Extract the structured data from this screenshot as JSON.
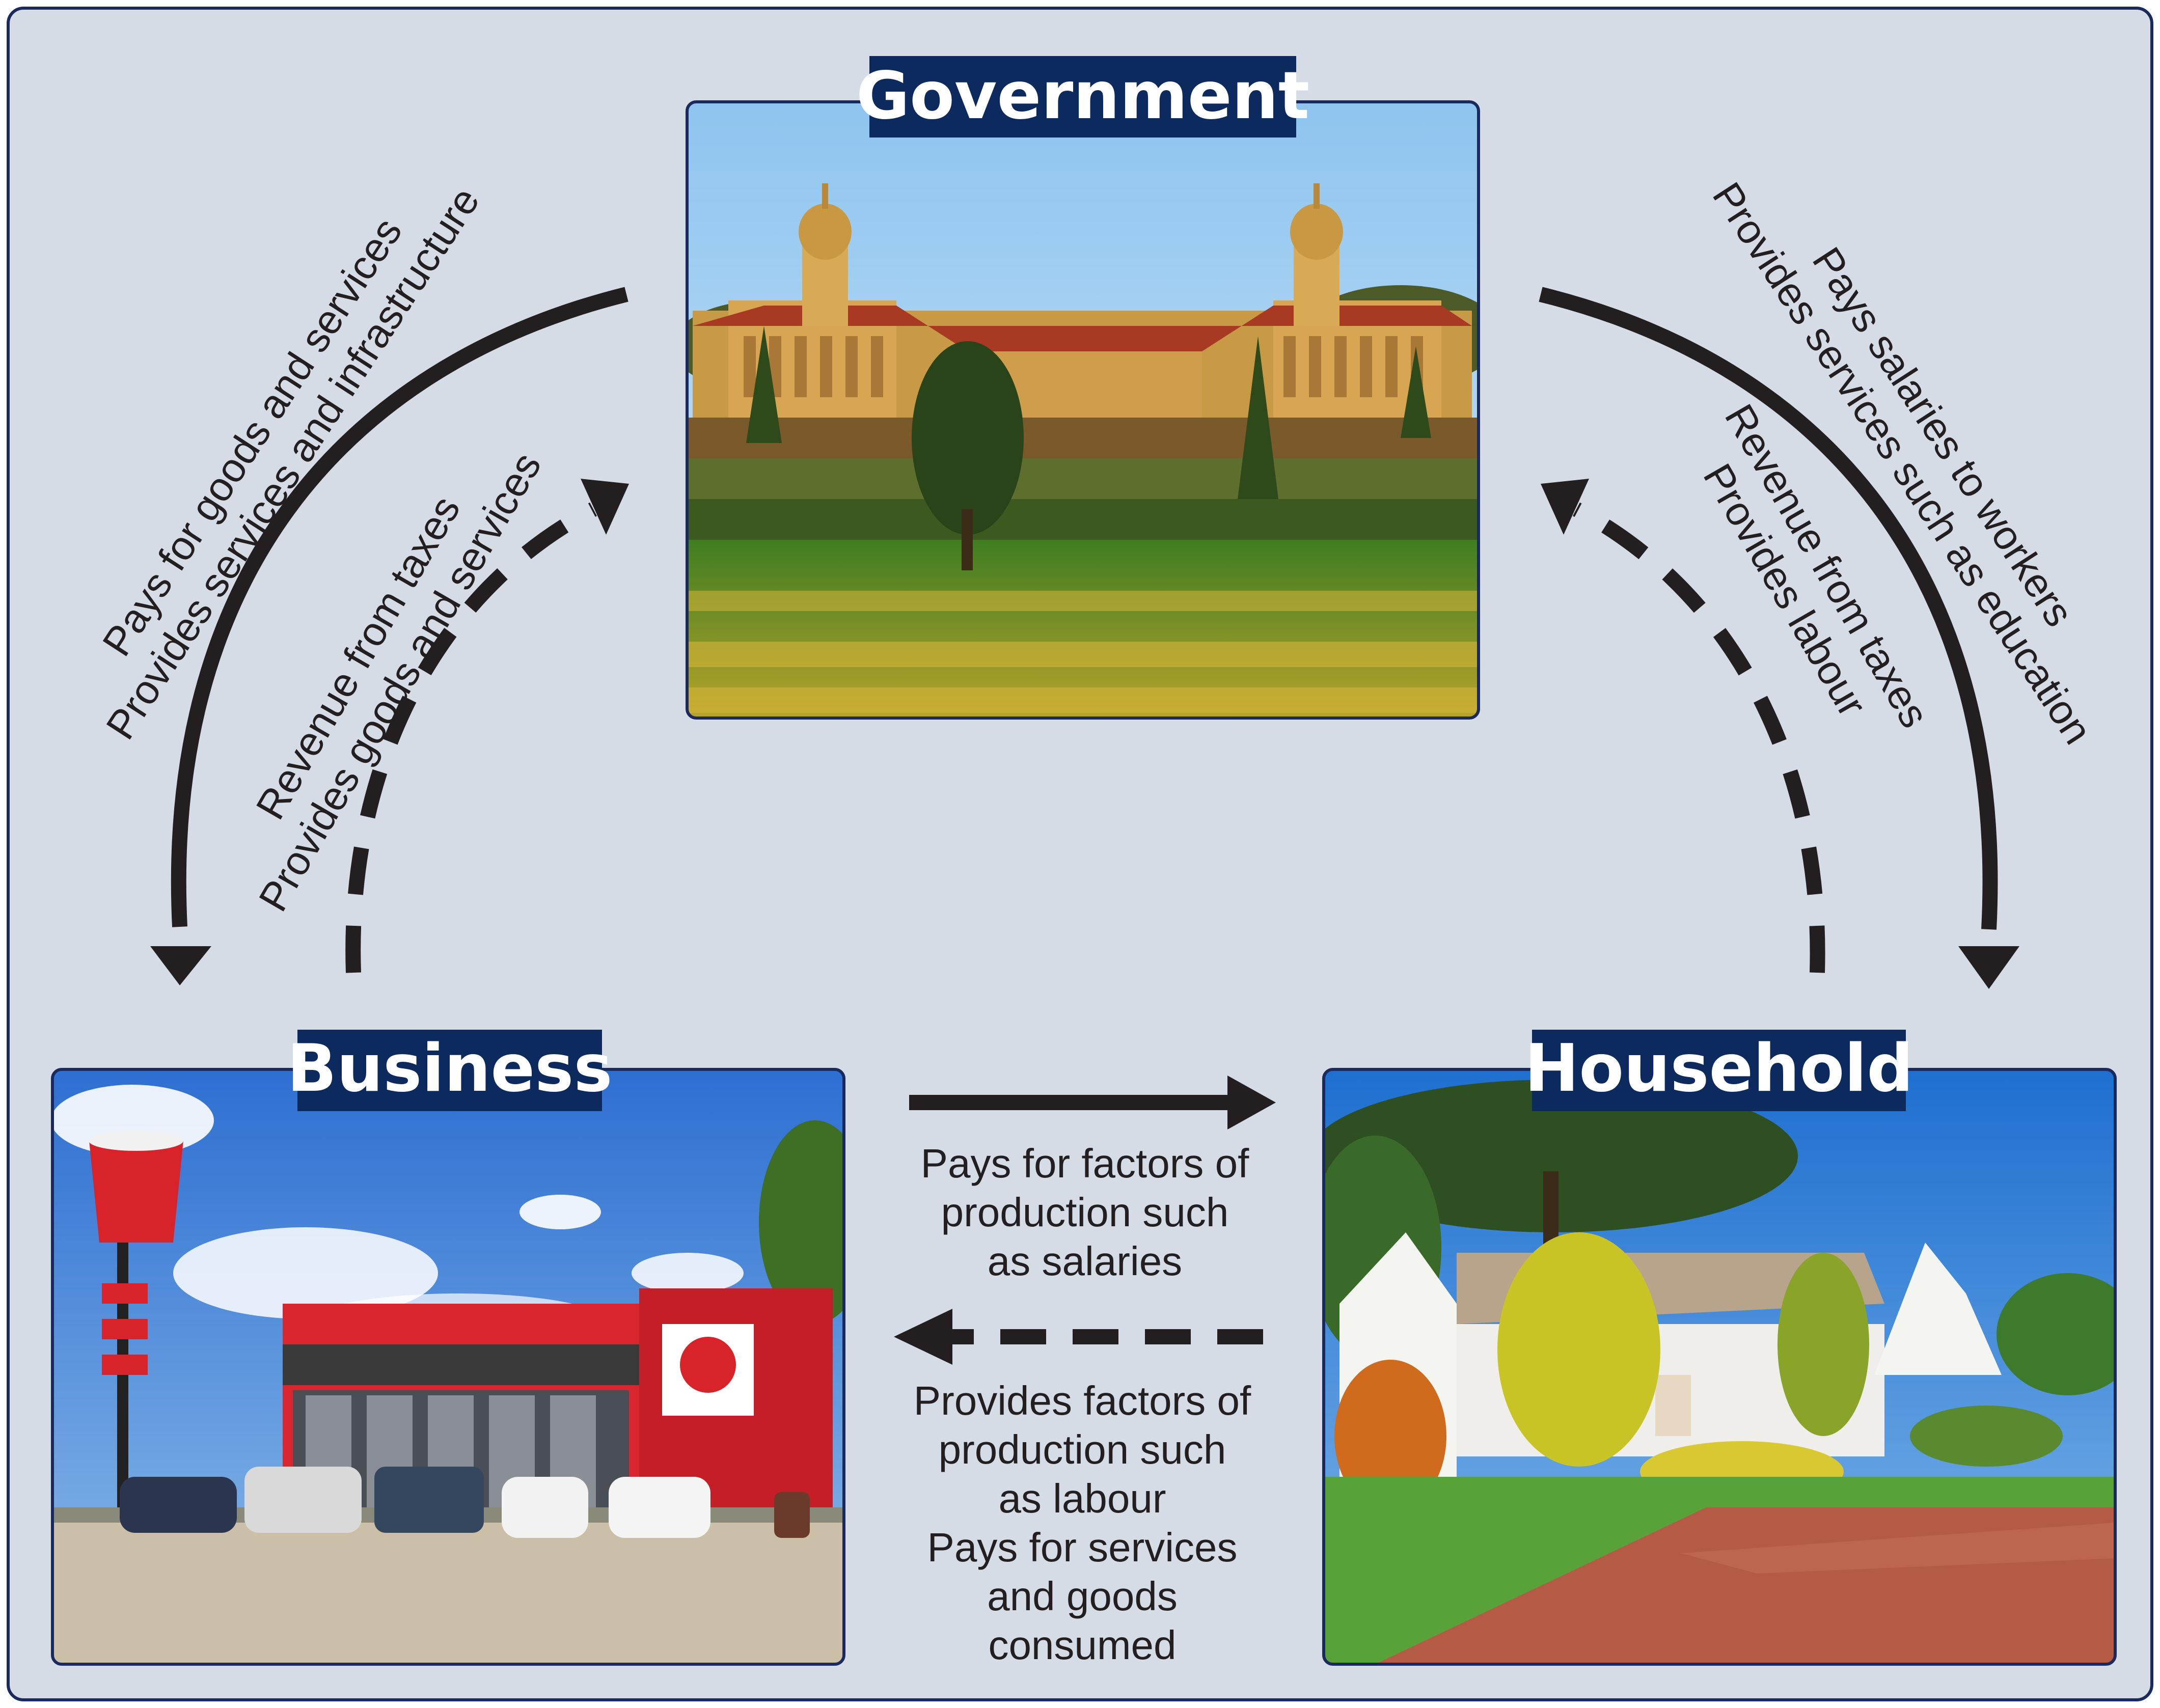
{
  "entities": {
    "government": {
      "title": "Government"
    },
    "business": {
      "title": "Business"
    },
    "household": {
      "title": "Household"
    }
  },
  "flows": {
    "gov_to_business": [
      "Pays for goods and services",
      "Provides services and infrastructure"
    ],
    "business_to_gov": [
      "Revenue from taxes",
      "Provides goods and services"
    ],
    "gov_to_household": [
      "Pays salaries to workers",
      "Provides services such as education"
    ],
    "household_to_gov": [
      "Revenue from taxes",
      "Provides labour"
    ],
    "business_to_household": [
      "Pays for factors of",
      "production such",
      "as salaries"
    ],
    "household_to_business": [
      "Provides factors of",
      "production such",
      "as labour",
      "Pays for services",
      "and goods",
      "consumed"
    ]
  },
  "colors": {
    "background": "#d5dce6",
    "panel_border": "#1b2a5c",
    "title_box": "#0d2a5e",
    "arrow": "#231f20"
  }
}
